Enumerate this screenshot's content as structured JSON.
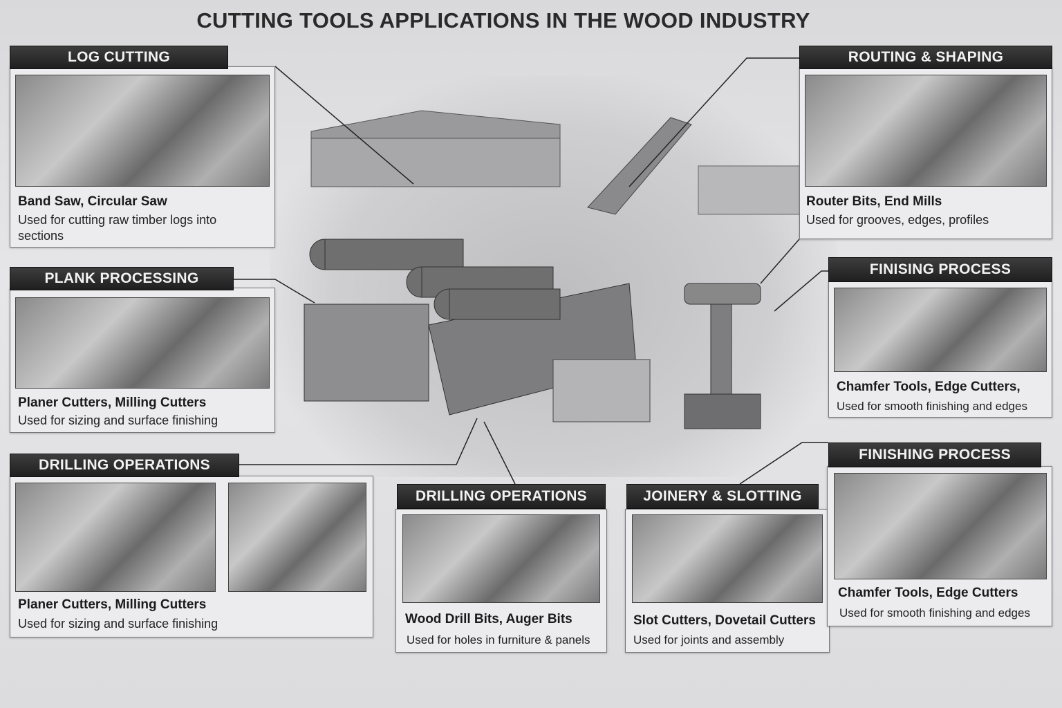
{
  "title": "CUTTING TOOLS APPLICATIONS IN THE WOOD INDUSTRY",
  "panels": [
    {
      "header": "LOG CUTTING",
      "tools": "Band Saw, Circular Saw",
      "use": "Used for cutting raw timber logs into sections"
    },
    {
      "header": "PLANK PROCESSING",
      "tools": "Planer Cutters, Milling Cutters",
      "use": "Used for sizing and surface finishing"
    },
    {
      "header": "DRILLING OPERATIONS",
      "tools": "Planer Cutters, Milling Cutters",
      "use": "Used for sizing and surface finishing"
    },
    {
      "header": "DRILLING OPERATIONS",
      "tools": "Wood Drill Bits, Auger Bits",
      "use": "Used for holes in furniture & panels"
    },
    {
      "header": "JOINERY & SLOTTING",
      "tools": "Slot Cutters, Dovetail Cutters",
      "use": "Used for joints and assembly"
    },
    {
      "header": "ROUTING & SHAPING",
      "tools": "Router Bits, End Mills",
      "use": "Used for grooves, edges, profiles"
    },
    {
      "header": "FINISING PROCESS",
      "tools": "Chamfer Tools, Edge Cutters,",
      "use": "Used for smooth finishing and edges"
    },
    {
      "header": "FINISHING PROCESS",
      "tools": "Chamfer Tools, Edge Cutters",
      "use": "Used for smooth finishing and edges"
    }
  ]
}
